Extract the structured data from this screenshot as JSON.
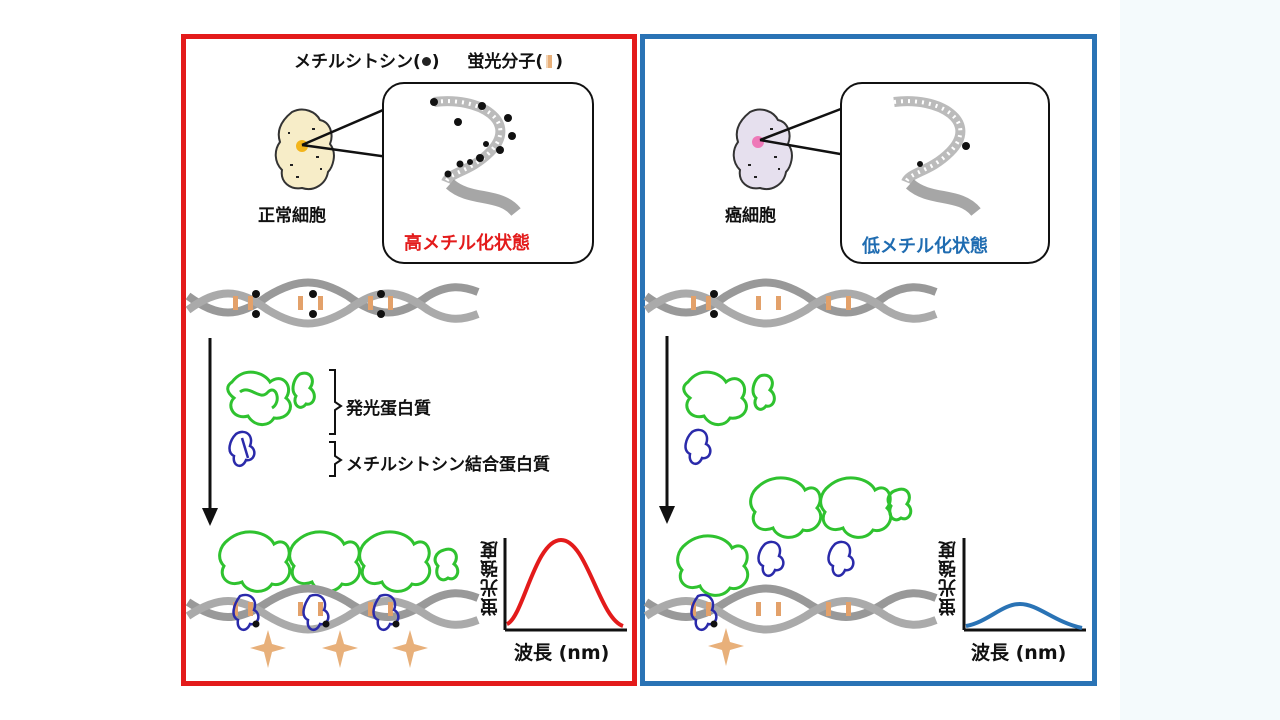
{
  "legend": {
    "methylcytosine": "メチルシトシン(",
    "methylcytosine_close": ")",
    "fluorescent": "蛍光分子(",
    "fluorescent_close": ")"
  },
  "left": {
    "cell_label": "正常細胞",
    "state_label": "高メチル化状態",
    "protein1_label": "発光蛋白質",
    "protein2_label": "メチルシトシン結合蛋白質",
    "graph": {
      "ylabel": "蛍光強度",
      "xlabel": "波長 (nm)"
    }
  },
  "right": {
    "cell_label": "癌細胞",
    "state_label": "低メチル化状態",
    "graph": {
      "ylabel": "蛍光強度",
      "xlabel": "波長 (nm)"
    }
  },
  "colors": {
    "left_border": "#e31b1b",
    "right_border": "#2a73b5",
    "protein_green": "#2fc22f",
    "protein_blue": "#2a2aaa",
    "star": "#e8b07a"
  },
  "chart_data": [
    {
      "type": "line",
      "series": [
        {
          "peak": "high"
        }
      ],
      "xlabel": "波長 (nm)",
      "ylabel": "蛍光強度"
    },
    {
      "type": "line",
      "series": [
        {
          "peak": "low"
        }
      ],
      "xlabel": "波長 (nm)",
      "ylabel": "蛍光強度"
    }
  ]
}
